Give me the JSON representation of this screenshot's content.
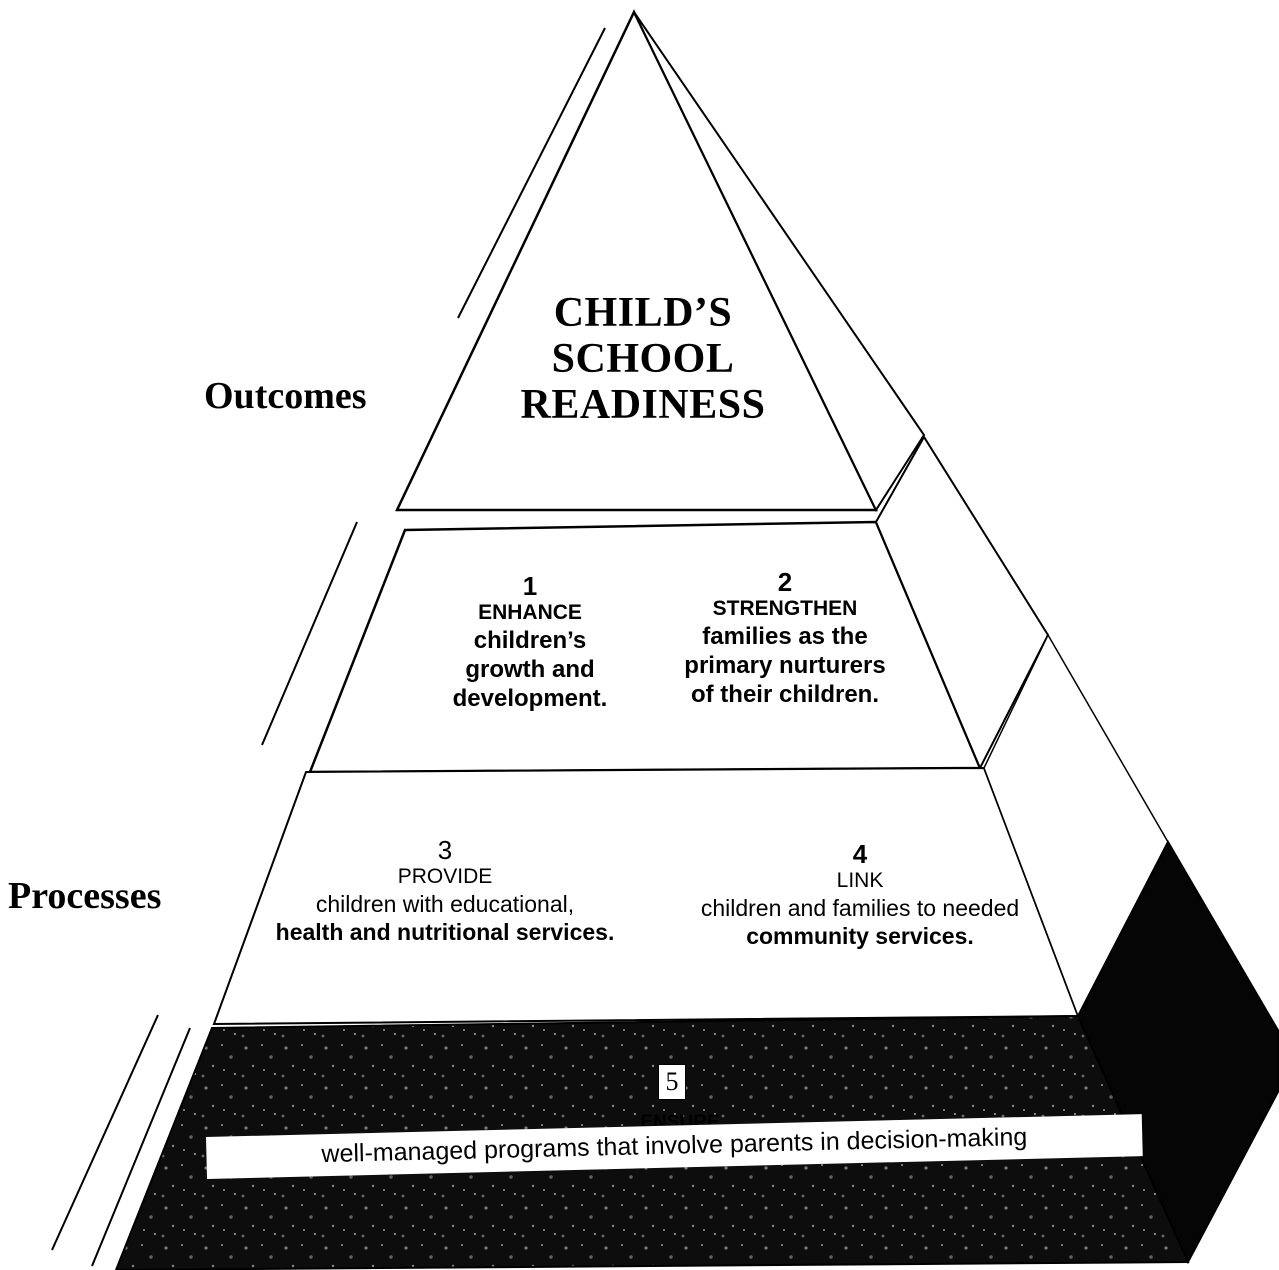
{
  "labels": {
    "outcomes": "Outcomes",
    "processes": "Processes"
  },
  "apex": {
    "line1": "CHILD’S",
    "line2": "SCHOOL",
    "line3": "READINESS"
  },
  "blocks": [
    {
      "number": "1",
      "verb": "ENHANCE",
      "lines": [
        "children’s",
        "growth and",
        "development."
      ]
    },
    {
      "number": "2",
      "verb": "STRENGTHEN",
      "lines": [
        "families as the",
        "primary nurturers",
        "of their children."
      ]
    },
    {
      "number": "3",
      "verb": "PROVIDE",
      "lines": [
        "children with educational,",
        "health and nutritional services."
      ]
    },
    {
      "number": "4",
      "verb": "LINK",
      "lines": [
        "children and families to needed",
        "community services."
      ]
    },
    {
      "number": "5",
      "verb": "ENSURE",
      "lines": [
        "well-managed programs that involve parents in decision-making"
      ]
    }
  ]
}
